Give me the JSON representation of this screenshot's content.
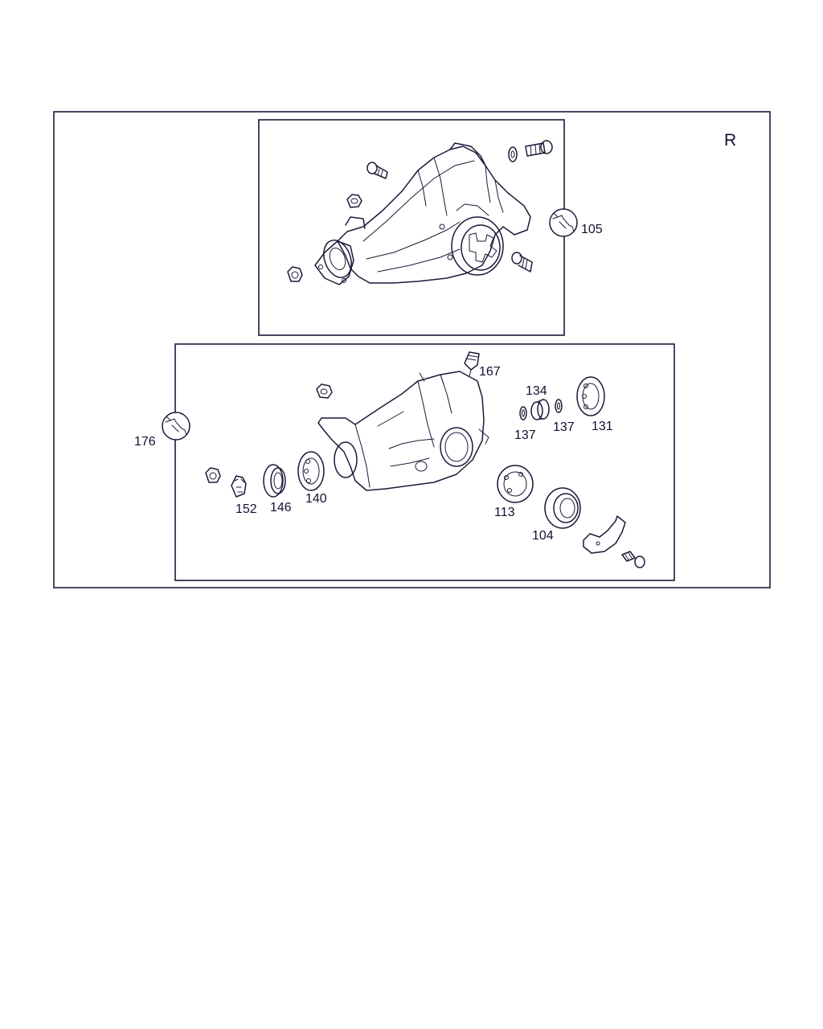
{
  "corner_mark": "R",
  "callouts": {
    "p105": "105",
    "p176": "176",
    "p167": "167",
    "p134": "134",
    "p137a": "137",
    "p137b": "137",
    "p131": "131",
    "p152": "152",
    "p146": "146",
    "p140": "140",
    "p113": "113",
    "p104": "104"
  },
  "icons": {
    "tightening_torque": "wrench-icon"
  }
}
